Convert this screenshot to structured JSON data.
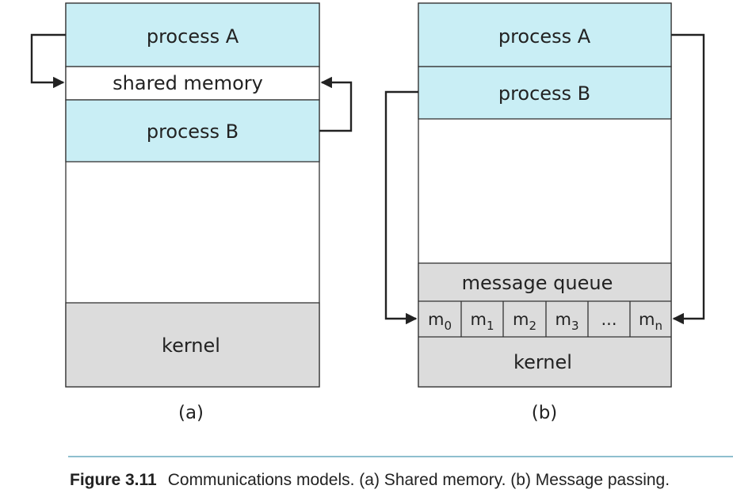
{
  "panel_a": {
    "process_a": "process  A",
    "shared_memory": "shared memory",
    "process_b": "process  B",
    "kernel": "kernel",
    "label": "(a)"
  },
  "panel_b": {
    "process_a": "process  A",
    "process_b": "process  B",
    "message_queue": "message queue",
    "kernel": "kernel",
    "label": "(b)",
    "messages": [
      {
        "base": "m",
        "sub": "0"
      },
      {
        "base": "m",
        "sub": "1"
      },
      {
        "base": "m",
        "sub": "2"
      },
      {
        "base": "m",
        "sub": "3"
      },
      {
        "base": "...",
        "sub": ""
      },
      {
        "base": "m",
        "sub": "n"
      }
    ]
  },
  "caption": {
    "number": "Figure 3.11",
    "text": "Communications models. (a) Shared memory. (b) Message passing."
  }
}
